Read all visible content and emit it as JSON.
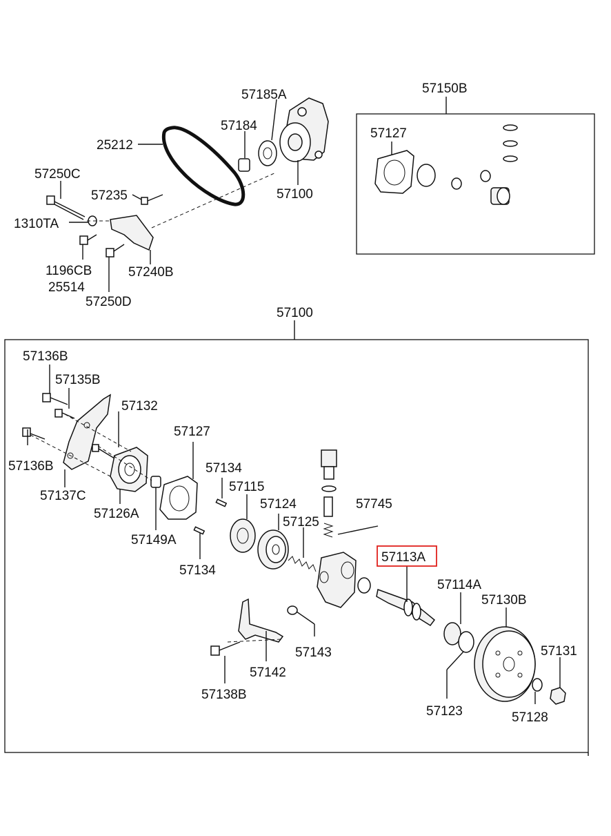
{
  "labels": {
    "l57185A": "57185A",
    "l57184": "57184",
    "l25212": "25212",
    "l57250C": "57250C",
    "l57235": "57235",
    "l57100_top": "57100",
    "l1310TA": "1310TA",
    "l1196CB": "1196CB",
    "l25514": "25514",
    "l57240B": "57240B",
    "l57250D": "57250D",
    "l57150B": "57150B",
    "l57127_kit": "57127",
    "l57100_main": "57100",
    "l57136B_a": "57136B",
    "l57135B": "57135B",
    "l57132": "57132",
    "l57127": "57127",
    "l57136B_b": "57136B",
    "l57134_a": "57134",
    "l57115": "57115",
    "l57124": "57124",
    "l57745": "57745",
    "l57137C": "57137C",
    "l57126A": "57126A",
    "l57149A": "57149A",
    "l57125": "57125",
    "l57134_b": "57134",
    "l57113A": "57113A",
    "l57114A": "57114A",
    "l57130B": "57130B",
    "l57131": "57131",
    "l57143": "57143",
    "l57142": "57142",
    "l57138B": "57138B",
    "l57123": "57123",
    "l57128": "57128"
  },
  "highlight_color": "#e0201c"
}
